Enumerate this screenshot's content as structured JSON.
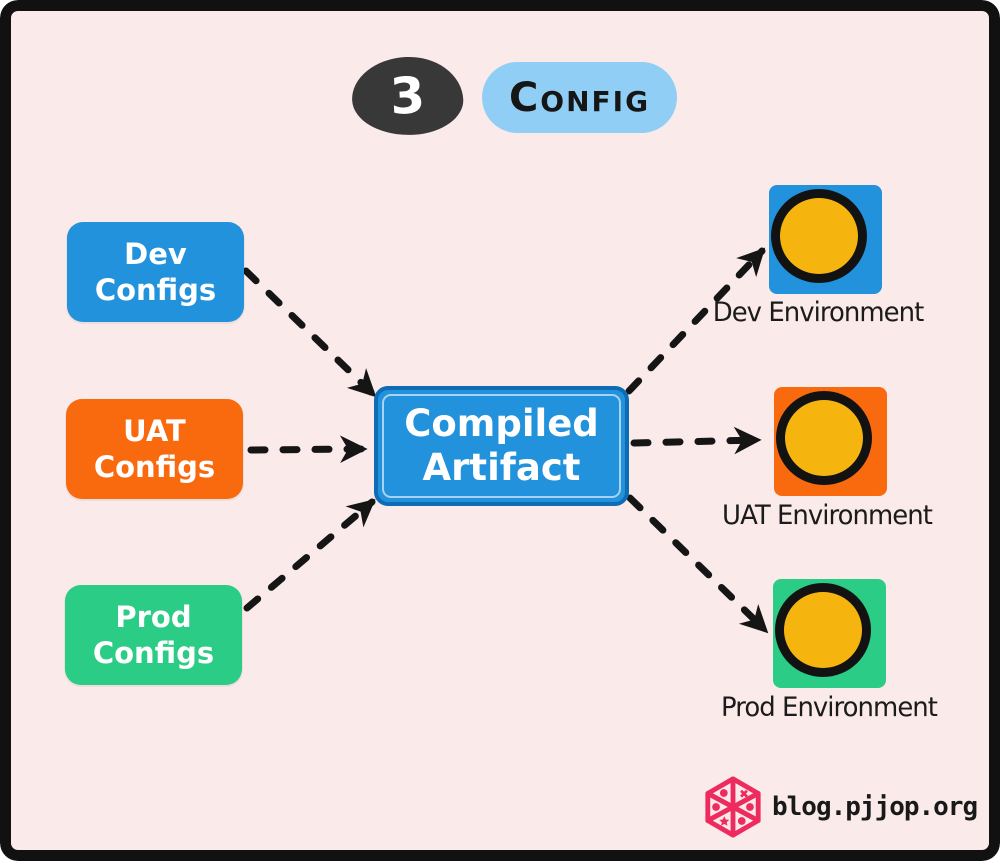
{
  "header": {
    "step_number": "3",
    "title": "Config"
  },
  "nodes": {
    "sources": [
      {
        "id": "dev-configs",
        "label": "Dev\nConfigs",
        "color": "#2192DB"
      },
      {
        "id": "uat-configs",
        "label": "UAT\nConfigs",
        "color": "#F9690E"
      },
      {
        "id": "prod-configs",
        "label": "Prod\nConfigs",
        "color": "#2BCC86"
      }
    ],
    "center": {
      "id": "compiled-artifact",
      "label": "Compiled\nArtifact",
      "color": "#2192DB"
    },
    "environments": [
      {
        "id": "dev-environment",
        "label": "Dev Environment",
        "square_color": "#2192DB",
        "circle_color": "#F6B40F"
      },
      {
        "id": "uat-environment",
        "label": "UAT Environment",
        "square_color": "#F9690E",
        "circle_color": "#F6B40F"
      },
      {
        "id": "prod-environment",
        "label": "Prod Environment",
        "square_color": "#2BCC86",
        "circle_color": "#F6B40F"
      }
    ]
  },
  "edges": [
    {
      "from": "dev-configs",
      "to": "compiled-artifact"
    },
    {
      "from": "uat-configs",
      "to": "compiled-artifact"
    },
    {
      "from": "prod-configs",
      "to": "compiled-artifact"
    },
    {
      "from": "compiled-artifact",
      "to": "dev-environment"
    },
    {
      "from": "compiled-artifact",
      "to": "uat-environment"
    },
    {
      "from": "compiled-artifact",
      "to": "prod-environment"
    }
  ],
  "footer": {
    "brand": "blog.pjjop.org"
  },
  "colors": {
    "background": "#FAEAE9",
    "frame_border": "#111111",
    "badge": "#383838",
    "title_pill": "#90CEF6",
    "arrow": "#151515",
    "circle_outline": "#121212",
    "logo": "#ED2B5E",
    "text_on_boxes": "#FFFFFF",
    "label_text": "#1B1B1B"
  }
}
